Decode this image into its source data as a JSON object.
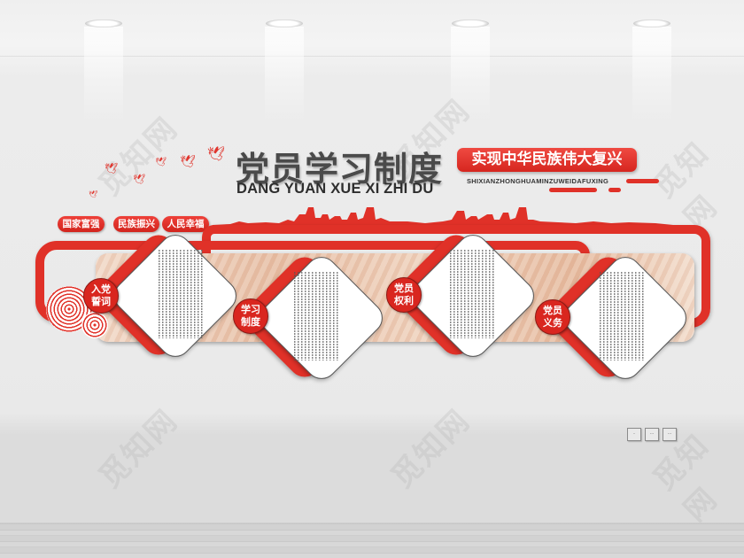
{
  "title": {
    "chinese": "党员学习制度",
    "english": "DANG YUAN XUE XI ZHI DU"
  },
  "slogan": {
    "text": "实现中华民族伟大复兴",
    "pinyin": "SHIXIANZHONGHUAMINZUWEIDAFUXING"
  },
  "tags": [
    {
      "label": "国家富强"
    },
    {
      "label": "民族振兴"
    },
    {
      "label": "人民幸福"
    }
  ],
  "sections": [
    {
      "label_line1": "入党",
      "label_line2": "誓词"
    },
    {
      "label_line1": "学习",
      "label_line2": "制度"
    },
    {
      "label_line1": "党员",
      "label_line2": "权利"
    },
    {
      "label_line1": "党员",
      "label_line2": "义务"
    }
  ],
  "watermark": "觅知网",
  "colors": {
    "accent_red": "#e03128",
    "title_gray": "#4a4a4a",
    "wall": "#ebebeb"
  },
  "icons": {
    "lamp": "ceiling-spotlight-icon",
    "bird": "dove-icon",
    "outlet": "power-outlet-icon"
  }
}
